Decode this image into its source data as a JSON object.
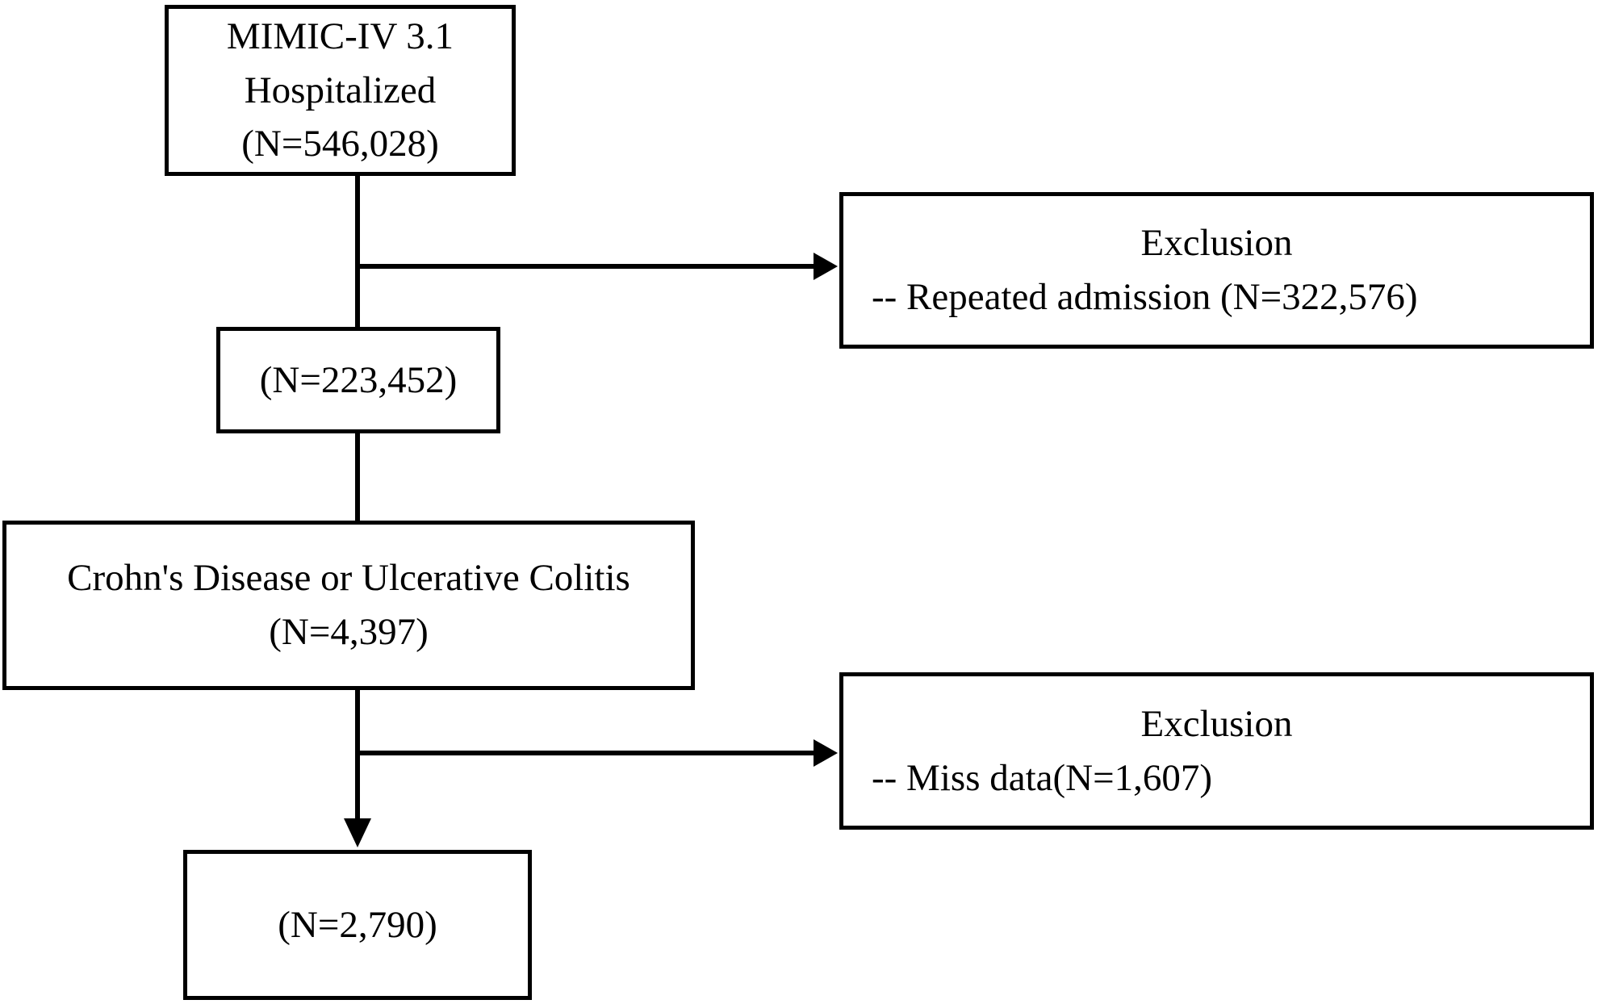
{
  "diagram": {
    "kind": "study-selection-flowchart",
    "colors": {
      "background": "#ffffff",
      "box_border": "#000000",
      "line": "#000000",
      "text": "#000000"
    },
    "nodes": {
      "source": {
        "lines": [
          "MIMIC-IV 3.1",
          "Hospitalized",
          "(N=546,028)"
        ]
      },
      "exclusion_repeated": {
        "title": "Exclusion",
        "detail": "-- Repeated admission (N=322,576)"
      },
      "after_exclusion": {
        "label": "(N=223,452)"
      },
      "ibd": {
        "lines": [
          "Crohn's Disease or Ulcerative Colitis",
          "(N=4,397)"
        ]
      },
      "exclusion_missing": {
        "title": "Exclusion",
        "detail": "-- Miss data(N=1,607)"
      },
      "final": {
        "label": "(N=2,790)"
      }
    }
  }
}
